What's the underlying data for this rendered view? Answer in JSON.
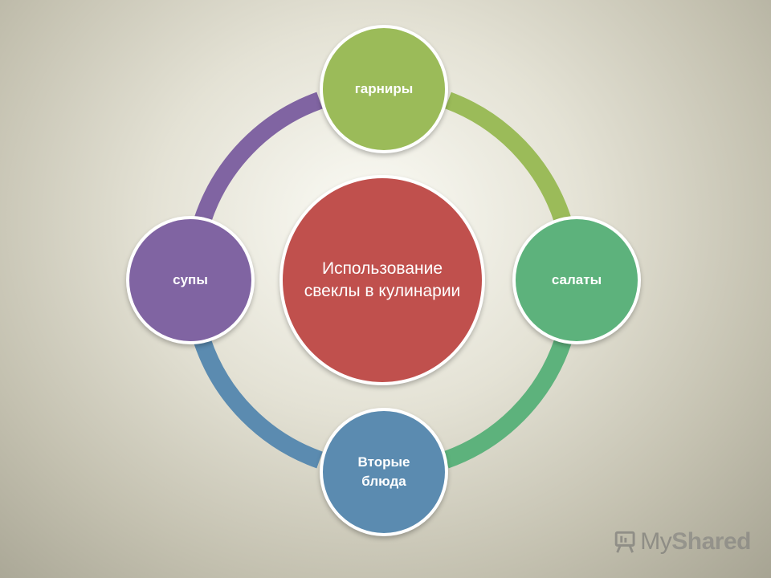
{
  "diagram": {
    "center": {
      "label": "Использование свеклы в кулинарии",
      "color": "#c0504d"
    },
    "nodes": [
      {
        "label": "гарниры",
        "color": "#9bbb59"
      },
      {
        "label": "салаты",
        "color": "#5db27c"
      },
      {
        "label": "Вторые\nблюда",
        "color": "#5b8bb0"
      },
      {
        "label": "супы",
        "color": "#8064a2"
      }
    ],
    "arcs": [
      {
        "from": "гарниры",
        "to": "салаты",
        "color": "#9bbb59"
      },
      {
        "from": "салаты",
        "to": "Вторые блюда",
        "color": "#5db27c"
      },
      {
        "from": "Вторые блюда",
        "to": "супы",
        "color": "#5b8bb0"
      },
      {
        "from": "супы",
        "to": "гарниры",
        "color": "#8064a2"
      }
    ]
  },
  "watermark": {
    "text_my": "My",
    "text_shared": "Shared",
    "icon": "presentation-board-icon"
  }
}
